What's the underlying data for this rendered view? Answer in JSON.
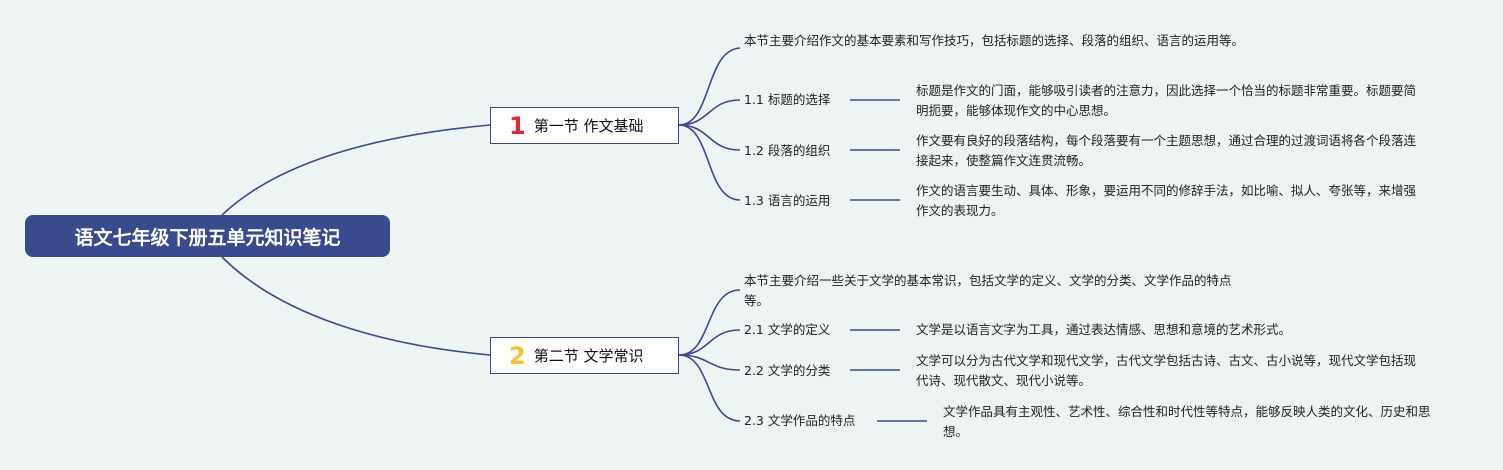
{
  "root": {
    "title": "语文七年级下册五单元知识笔记"
  },
  "sections": [
    {
      "number": "1",
      "title": "第一节 作文基础",
      "number_color": "#e0263a",
      "intro": "本节主要介绍作文的基本要素和写作技巧，包括标题的选择、段落的组织、语言的运用等。",
      "items": [
        {
          "label": "1.1 标题的选择",
          "text": "标题是作文的门面，能够吸引读者的注意力，因此选择一个恰当的标题非常重要。标题要简明扼要，能够体现作文的中心思想。"
        },
        {
          "label": "1.2 段落的组织",
          "text": "作文要有良好的段落结构，每个段落要有一个主题思想，通过合理的过渡词语将各个段落连接起来，使整篇作文连贯流畅。"
        },
        {
          "label": "1.3 语言的运用",
          "text": "作文的语言要生动、具体、形象，要运用不同的修辞手法，如比喻、拟人、夸张等，来增强作文的表现力。"
        }
      ]
    },
    {
      "number": "2",
      "title": "第二节 文学常识",
      "number_color": "#f2c13a",
      "intro": "本节主要介绍一些关于文学的基本常识，包括文学的定义、文学的分类、文学作品的特点等。",
      "items": [
        {
          "label": "2.1 文学的定义",
          "text": "文学是以语言文字为工具，通过表达情感、思想和意境的艺术形式。"
        },
        {
          "label": "2.2 文学的分类",
          "text": "文学可以分为古代文学和现代文学，古代文学包括古诗、古文、古小说等，现代文学包括现代诗、现代散文、现代小说等。"
        },
        {
          "label": "2.3 文学作品的特点",
          "text": "文学作品具有主观性、艺术性、综合性和时代性等特点，能够反映人类的文化、历史和思想。"
        }
      ]
    }
  ],
  "colors": {
    "line": "#3a4a8c",
    "root_bg": "#3a4a8c",
    "background": "#eef3f4"
  }
}
